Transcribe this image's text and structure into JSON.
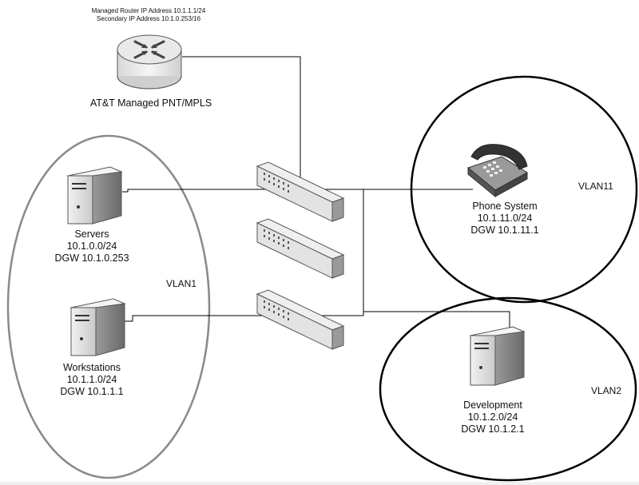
{
  "router": {
    "ip_line1": "Managed Router IP Address 10.1.1.1/24",
    "ip_line2": "Secondary IP Address 10.1.0.253/16",
    "label": "AT&T Managed PNT/MPLS"
  },
  "servers": {
    "name": "Servers",
    "subnet": "10.1.0.0/24",
    "gateway": "DGW 10.1.0.253"
  },
  "workstations": {
    "name": "Workstations",
    "subnet": "10.1.1.0/24",
    "gateway": "DGW 10.1.1.1"
  },
  "phone": {
    "name": "Phone System",
    "subnet": "10.1.11.0/24",
    "gateway": "DGW 10.1.11.1"
  },
  "development": {
    "name": "Development",
    "subnet": "10.1.2.0/24",
    "gateway": "DGW 10.1.2.1"
  },
  "vlans": {
    "vlan1": "VLAN1",
    "vlan11": "VLAN11",
    "vlan2": "VLAN2"
  },
  "colors": {
    "ellipse_gray": "#8a8a8a",
    "circle_black": "#000000",
    "line": "#000000"
  }
}
